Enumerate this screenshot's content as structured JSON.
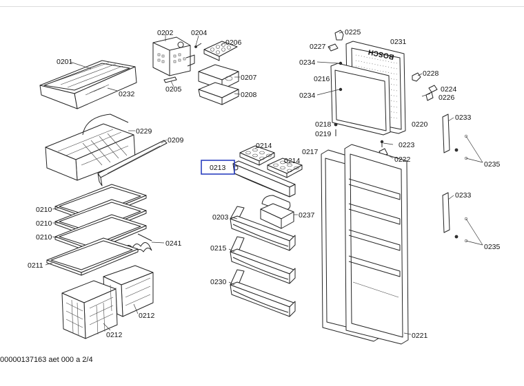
{
  "diagram": {
    "labels": [
      {
        "id": "0201",
        "text": "0201"
      },
      {
        "id": "0232",
        "text": "0232"
      },
      {
        "id": "0202",
        "text": "0202"
      },
      {
        "id": "0204",
        "text": "0204"
      },
      {
        "id": "0206",
        "text": "0206"
      },
      {
        "id": "0205",
        "text": "0205"
      },
      {
        "id": "0207",
        "text": "0207"
      },
      {
        "id": "0208",
        "text": "0208"
      },
      {
        "id": "0229",
        "text": "0229"
      },
      {
        "id": "0209",
        "text": "0209"
      },
      {
        "id": "0210a",
        "text": "0210"
      },
      {
        "id": "0210b",
        "text": "0210"
      },
      {
        "id": "0210c",
        "text": "0210"
      },
      {
        "id": "0241",
        "text": "0241"
      },
      {
        "id": "0211",
        "text": "0211"
      },
      {
        "id": "0212a",
        "text": "0212"
      },
      {
        "id": "0212b",
        "text": "0212"
      },
      {
        "id": "0214a",
        "text": "0214"
      },
      {
        "id": "0214b",
        "text": "0214"
      },
      {
        "id": "0213",
        "text": "0213"
      },
      {
        "id": "0203",
        "text": "0203"
      },
      {
        "id": "0237",
        "text": "0237"
      },
      {
        "id": "0215",
        "text": "0215"
      },
      {
        "id": "0230",
        "text": "0230"
      },
      {
        "id": "0225",
        "text": "0225"
      },
      {
        "id": "0231",
        "text": "0231"
      },
      {
        "id": "0227",
        "text": "0227"
      },
      {
        "id": "0234a",
        "text": "0234"
      },
      {
        "id": "0228",
        "text": "0228"
      },
      {
        "id": "0216",
        "text": "0216"
      },
      {
        "id": "0224",
        "text": "0224"
      },
      {
        "id": "0234b",
        "text": "0234"
      },
      {
        "id": "0226",
        "text": "0226"
      },
      {
        "id": "0220",
        "text": "0220"
      },
      {
        "id": "0218",
        "text": "0218"
      },
      {
        "id": "0219",
        "text": "0219"
      },
      {
        "id": "0233a",
        "text": "0233"
      },
      {
        "id": "0217",
        "text": "0217"
      },
      {
        "id": "0223",
        "text": "0223"
      },
      {
        "id": "0222",
        "text": "0222"
      },
      {
        "id": "0235a",
        "text": "0235"
      },
      {
        "id": "0233b",
        "text": "0233"
      },
      {
        "id": "0235b",
        "text": "0235"
      },
      {
        "id": "0221",
        "text": "0221"
      }
    ],
    "brand_text": "BOSCH",
    "highlighted_part": "0213",
    "highlight_color": "#2a3fbf"
  },
  "footer": {
    "doc_ref": "00000137163 aet 000 a 2/4"
  }
}
